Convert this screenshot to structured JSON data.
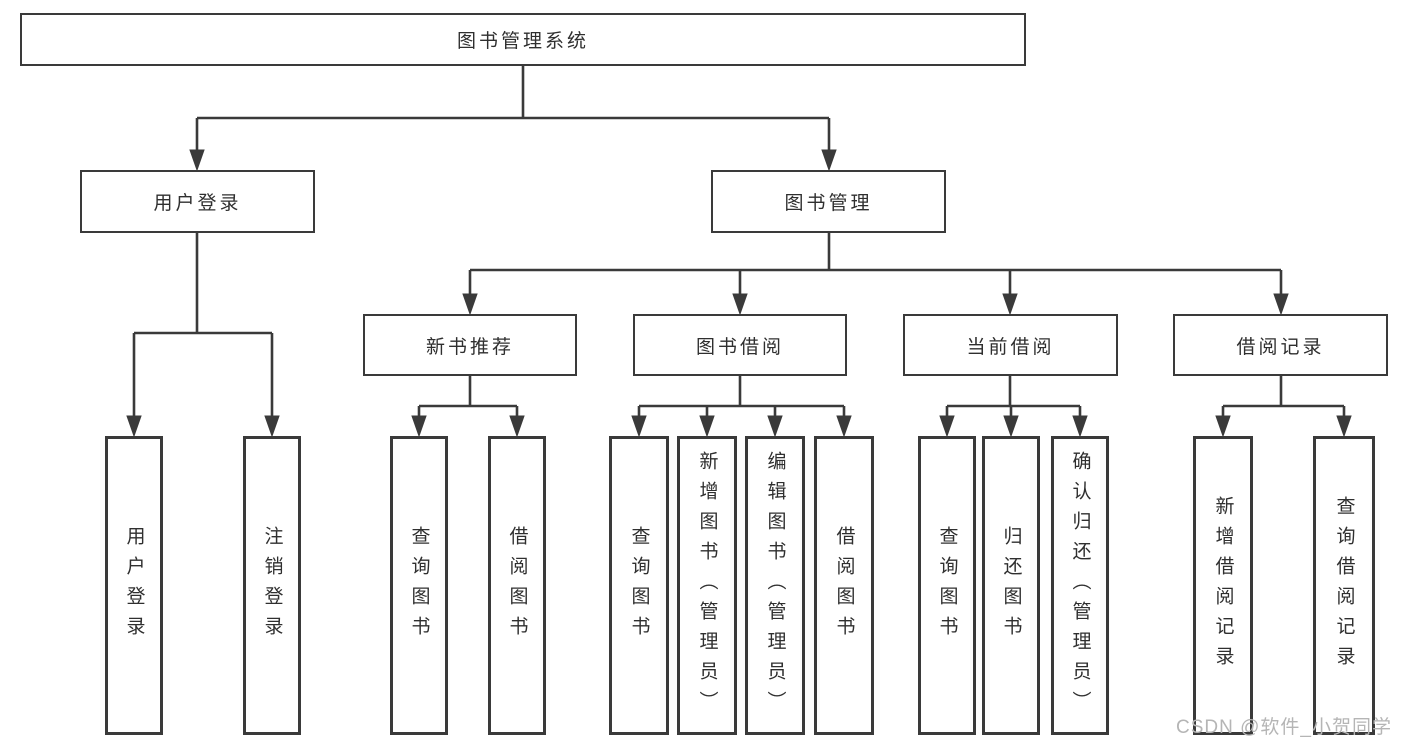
{
  "colors": {
    "line": "#3a3a3a",
    "text": "#2f2f2f",
    "watermark": "#b5b5b5",
    "background": "#ffffff"
  },
  "watermark": "CSDN @软件_小贺同学",
  "nodes": {
    "root": {
      "label": "图书管理系统"
    },
    "user_login": {
      "label": "用户登录"
    },
    "book_mgmt": {
      "label": "图书管理"
    },
    "new_book_rec": {
      "label": "新书推荐"
    },
    "book_borrow": {
      "label": "图书借阅"
    },
    "current_borrow": {
      "label": "当前借阅"
    },
    "borrow_records": {
      "label": "借阅记录"
    },
    "leaf_user_login": {
      "label": "用户登录"
    },
    "leaf_logout": {
      "label": "注销登录"
    },
    "leaf_query_book_1": {
      "label": "查询图书"
    },
    "leaf_borrow_book_1": {
      "label": "借阅图书"
    },
    "leaf_query_book_2": {
      "label": "查询图书"
    },
    "leaf_add_book": {
      "label": "新增图书（管理员）"
    },
    "leaf_edit_book": {
      "label": "编辑图书（管理员）"
    },
    "leaf_borrow_book_2": {
      "label": "借阅图书"
    },
    "leaf_query_book_3": {
      "label": "查询图书"
    },
    "leaf_return_book": {
      "label": "归还图书"
    },
    "leaf_confirm_return": {
      "label": "确认归还（管理员）"
    },
    "leaf_add_record": {
      "label": "新增借阅记录"
    },
    "leaf_query_record": {
      "label": "查询借阅记录"
    }
  },
  "hierarchy": {
    "root": [
      "user_login",
      "book_mgmt"
    ],
    "user_login": [
      "leaf_user_login",
      "leaf_logout"
    ],
    "book_mgmt": [
      "new_book_rec",
      "book_borrow",
      "current_borrow",
      "borrow_records"
    ],
    "new_book_rec": [
      "leaf_query_book_1",
      "leaf_borrow_book_1"
    ],
    "book_borrow": [
      "leaf_query_book_2",
      "leaf_add_book",
      "leaf_edit_book",
      "leaf_borrow_book_2"
    ],
    "current_borrow": [
      "leaf_query_book_3",
      "leaf_return_book",
      "leaf_confirm_return"
    ],
    "borrow_records": [
      "leaf_add_record",
      "leaf_query_record"
    ]
  }
}
